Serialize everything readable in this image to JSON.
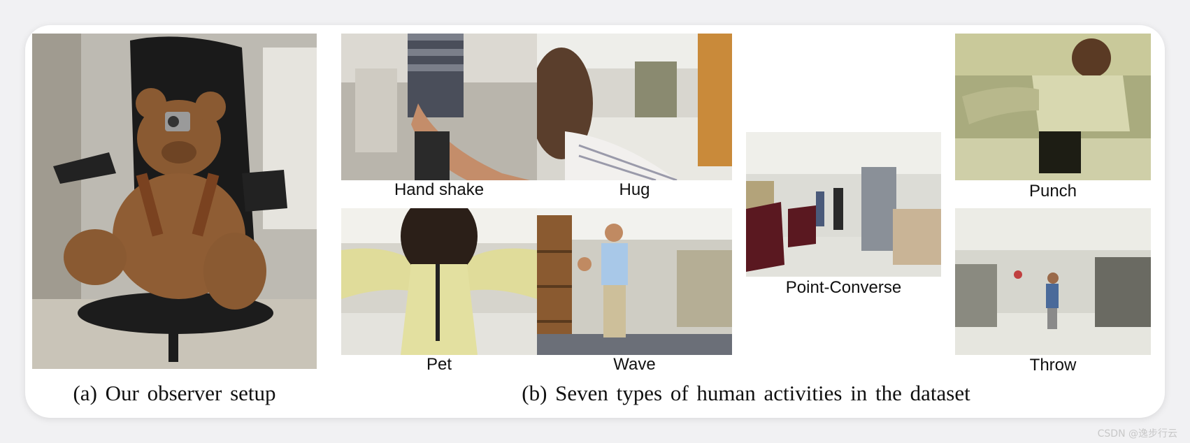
{
  "figure": {
    "panel_a": {
      "caption": "(a) Our observer setup"
    },
    "panel_b": {
      "caption": "(b) Seven types of human activities in the dataset",
      "activities": [
        {
          "label": "Hand shake"
        },
        {
          "label": "Hug"
        },
        {
          "label": "Pet"
        },
        {
          "label": "Wave"
        },
        {
          "label": "Point-Converse"
        },
        {
          "label": "Punch"
        },
        {
          "label": "Throw"
        }
      ]
    }
  },
  "watermark": "CSDN @逸步行云",
  "colors": {
    "background": "#f1f1f3",
    "card": "#ffffff",
    "text": "#111111"
  }
}
